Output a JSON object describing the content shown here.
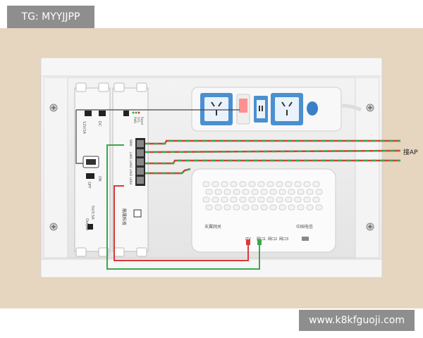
{
  "overlay": {
    "top_left_tag": "TG: MYYJJPP",
    "bottom_right_url": "www.k8kfguoji.com"
  },
  "diagram": {
    "background_color": "#e6d5bf",
    "ap_label": "接AP",
    "router_brand": "中国电信",
    "router_model": "天翼网关",
    "router_ports": [
      "iTV",
      "网口1",
      "网口2",
      "网口3"
    ],
    "module_left": {
      "power_label": "12V/1A",
      "dc_label": "DC",
      "switch_on": "ON",
      "switch_off": "OFF",
      "output_label": "5V/3.5A",
      "input_label": "Output"
    },
    "module_right": {
      "lan_label": "LAN1 LAN2 LAN3 LAN4",
      "wan_label": "WAN",
      "brand": "鼎晟科技",
      "side_labels": [
        "PWR",
        "SYS",
        "Reset"
      ]
    },
    "colors": {
      "wire_red": "#d93a3a",
      "wire_green": "#3aa84a",
      "socket_blue": "#4a90d0"
    }
  }
}
